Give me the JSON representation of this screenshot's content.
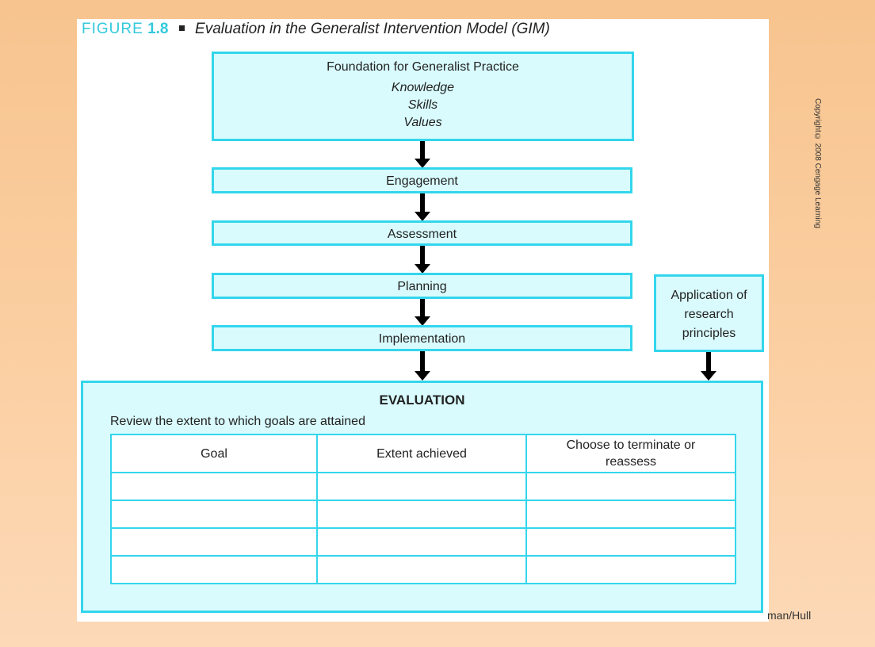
{
  "figure": {
    "label": "FIGURE",
    "number": "1.8",
    "caption": "Evaluation in the Generalist Intervention Model (GIM)"
  },
  "foundation": {
    "title": "Foundation for Generalist Practice",
    "items": [
      "Knowledge",
      "Skills",
      "Values"
    ]
  },
  "steps": [
    "Engagement",
    "Assessment",
    "Planning",
    "Implementation"
  ],
  "research_box": [
    "Application of",
    "research",
    "principles"
  ],
  "copyright": "Copyright© 2008 Cengage Learning",
  "evaluation": {
    "title": "EVALUATION",
    "subtitle": "Review the extent to which goals are attained",
    "columns": [
      "Goal",
      "Extent achieved",
      "Choose to terminate or reassess"
    ]
  },
  "footer": "man/Hull",
  "colors": {
    "box_fill": "#d9fbfd",
    "box_border": "#33d6ec",
    "figure_label": "#33c9dc",
    "background": "#f7c48f"
  }
}
